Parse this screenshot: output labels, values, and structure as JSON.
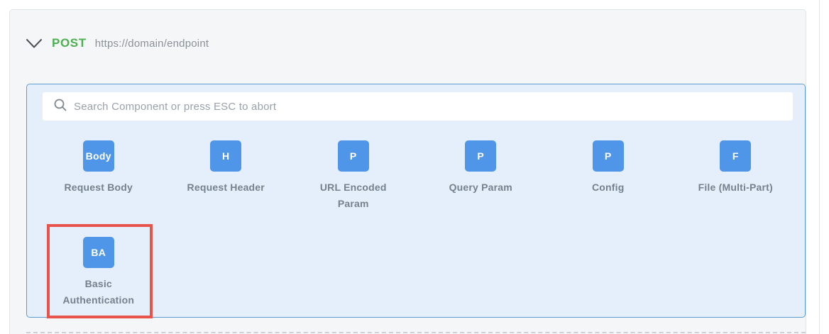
{
  "header": {
    "method": "POST",
    "url": "https://domain/endpoint"
  },
  "search": {
    "placeholder": "Search Component or press ESC to abort",
    "value": ""
  },
  "components": [
    {
      "badge": "Body",
      "label": "Request Body",
      "highlighted": false
    },
    {
      "badge": "H",
      "label": "Request Header",
      "highlighted": false
    },
    {
      "badge": "P",
      "label": "URL Encoded Param",
      "highlighted": false
    },
    {
      "badge": "P",
      "label": "Query Param",
      "highlighted": false
    },
    {
      "badge": "P",
      "label": "Config",
      "highlighted": false
    },
    {
      "badge": "F",
      "label": "File (Multi-Part)",
      "highlighted": false
    },
    {
      "badge": "BA",
      "label": "Basic Authentication",
      "highlighted": true
    }
  ],
  "colors": {
    "method_green": "#4caf50",
    "badge_blue": "#4f96e8",
    "panel_background": "#e5effb",
    "panel_border": "#5b9dd0",
    "highlight_red": "#e8544b",
    "card_background": "#f5f6f8",
    "label_gray": "#75818e"
  }
}
